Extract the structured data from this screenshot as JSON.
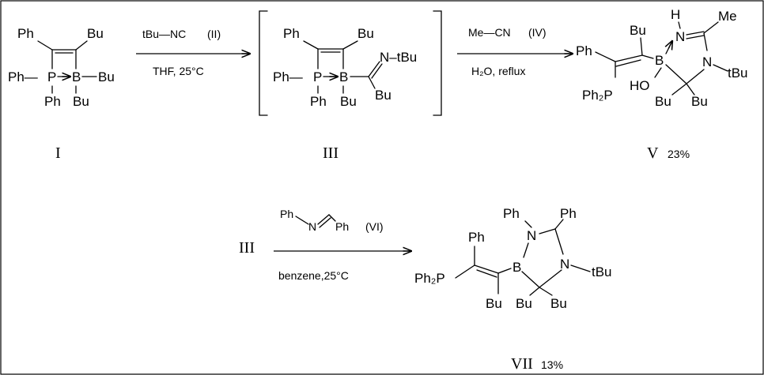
{
  "scheme": {
    "compounds": [
      {
        "id": "I",
        "label": "I",
        "yield": ""
      },
      {
        "id": "III",
        "label": "III",
        "yield": ""
      },
      {
        "id": "V",
        "label": "V",
        "yield": "23%"
      },
      {
        "id": "III-repeat",
        "label": "III",
        "yield": ""
      },
      {
        "id": "VII",
        "label": "VII",
        "yield": "13%"
      }
    ],
    "arrows": [
      {
        "reagent": "tBu—NC",
        "reagent_tag": "(II)",
        "condition": "THF, 25°C"
      },
      {
        "reagent": "Me—CN",
        "reagent_tag": "(IV)",
        "condition": "H₂O, reflux"
      },
      {
        "reagent_tag": "(VI)",
        "condition": "benzene,25°C"
      }
    ],
    "atoms": {
      "Ph": "Ph",
      "Bu": "Bu",
      "tBu": "tBu",
      "P": "P",
      "B": "B",
      "N": "N",
      "H": "H",
      "Me": "Me",
      "HO": "HO",
      "Ph2P": "Ph₂P",
      "N_tBu": "N–tBu",
      "Ph_dash": "Ph—"
    }
  }
}
